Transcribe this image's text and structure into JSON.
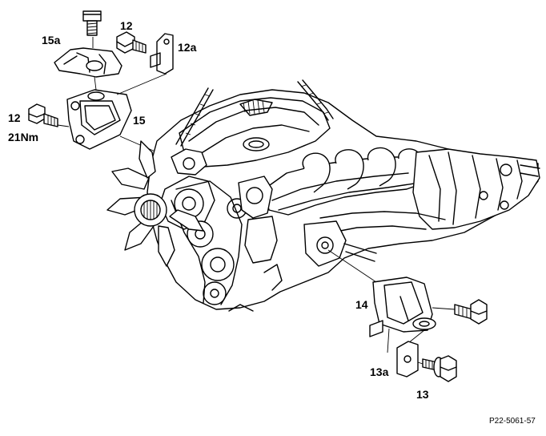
{
  "figure": {
    "reference_code": "P22-5061-57",
    "callouts": {
      "c12_top": "12",
      "c12a": "12a",
      "c15a": "15a",
      "c12_left": "12",
      "c21nm": "21Nm",
      "c15": "15",
      "c14": "14",
      "c13a": "13a",
      "c13": "13"
    }
  }
}
